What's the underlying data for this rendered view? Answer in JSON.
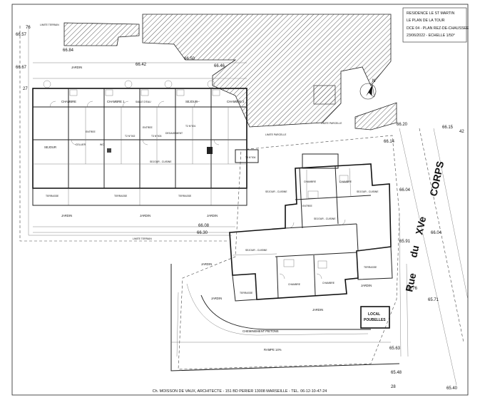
{
  "title_block": {
    "line1": "RESIDENCE LE ST MARTIN",
    "line2": "LE PLAN DE LA TOUR",
    "line3": "DCE 04 - PLAN REZ-DE-CHAUSSEE",
    "line4": "23/06/2022 - ECHELLE 1/50°"
  },
  "footer": "Ch. MOISSON DE VAUX, ARCHITECTE - 151 BD PERIER 13008 MARSEILLE - TEL. 06-12-10-47-24",
  "street": {
    "w1": "Rue",
    "w2": "du",
    "w3": "XVe",
    "w4": "CORPS"
  },
  "north": "N",
  "rooms": {
    "jardin": "JARDIN",
    "chambre": "CHAMBRE",
    "chambre1": "CHAMBRE 1",
    "chambre2": "CHAMBRE 2",
    "sejour": "SEJOUR",
    "sejour_cuisine": "SEJOUR - CUISINE",
    "salle_deau": "SALLE D'EAU",
    "entree": "ENTREE",
    "wc": "WC",
    "cellier": "CELLIER",
    "terrasse": "TERRASSE",
    "degagement": "DEGAGEMENT",
    "local_poubelles_1": "LOCAL",
    "local_poubelles_2": "POUBELLES",
    "cheminement": "CHEMINEMENT PIETONS",
    "rampe": "RAMPE 14%",
    "limite_terrain": "LIMITE TERRAIN",
    "limite_parcelle": "LIMITE PARCELLE"
  },
  "units": {
    "t2_a": "T2 N°002",
    "t3_b": "T3 N°003",
    "t2_c": "T2 N°001",
    "t3_d": "T3 N°004"
  },
  "elevations": {
    "e1": "66.84",
    "e2": "66.42",
    "e3": "66.50",
    "e4": "66.46",
    "e5": "66.14",
    "e6": "66.04",
    "e7": "66.15",
    "e8": "66.08",
    "e9": "66.30",
    "e10": "65.91",
    "e11": "65.76",
    "e12": "65.71",
    "e13": "65.63",
    "e14": "65.48",
    "e15": "65.40",
    "e16": "66.20",
    "e17": "66.04",
    "e18": "66.57",
    "e19": "66.67"
  },
  "marks": {
    "m1": "76",
    "m2": "28",
    "m3": "27",
    "m4": "42"
  }
}
